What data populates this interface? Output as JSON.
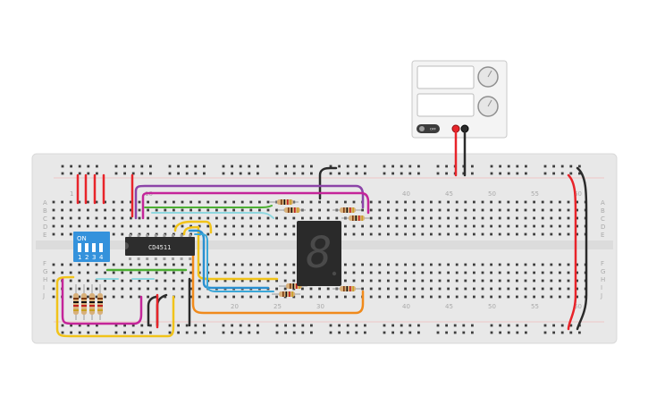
{
  "breadboard": {
    "column_numbers": [
      "1",
      "10",
      "20",
      "25",
      "30",
      "40",
      "45",
      "50",
      "55",
      "60"
    ],
    "row_letters_top": [
      "A",
      "B",
      "C",
      "D",
      "E"
    ],
    "row_letters_bottom": [
      "F",
      "G",
      "H",
      "I",
      "J"
    ]
  },
  "chip": {
    "label": "CD4511"
  },
  "dip_switch": {
    "label": "ON",
    "positions": [
      "1",
      "2",
      "3",
      "4"
    ]
  },
  "seven_segment": {
    "digit": "8",
    "color": "#444444"
  },
  "power_supply": {
    "button_label": "OFF"
  },
  "colors": {
    "breadboard": "#e8e8e8",
    "red_wire": "#e8242a",
    "black_wire": "#2b2b2b",
    "purple_wire": "#8c44a8",
    "magenta_wire": "#c4259a",
    "green_wire": "#4caf32",
    "cyan_wire": "#3ba7d8",
    "blue_wire": "#2a8fd0",
    "yellow_wire": "#f1c31a",
    "orange_wire": "#f08a1b",
    "chip_body": "#2d2d2d",
    "dip_body": "#3492dc"
  }
}
